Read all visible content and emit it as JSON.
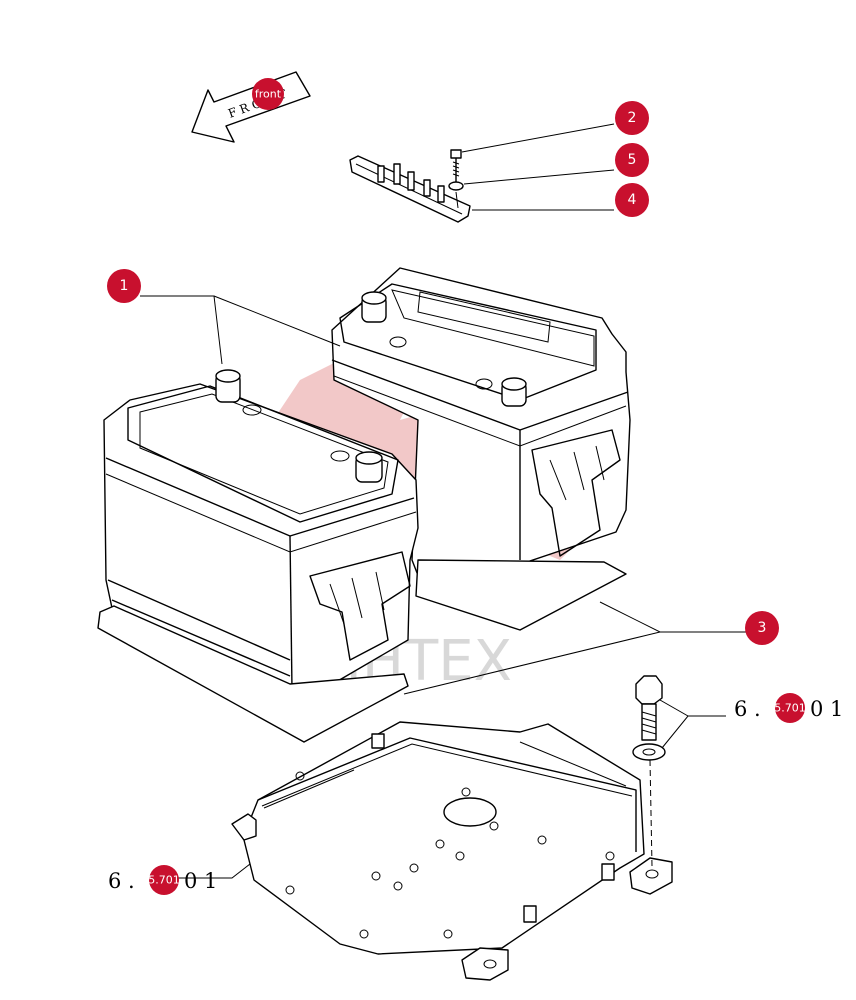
{
  "front_arrow": {
    "letters": "F R O N T",
    "badge": "front"
  },
  "callouts": [
    {
      "id": "callout-1",
      "label": "1"
    },
    {
      "id": "callout-2",
      "label": "2"
    },
    {
      "id": "callout-3",
      "label": "3"
    },
    {
      "id": "callout-4",
      "label": "4"
    },
    {
      "id": "callout-5",
      "label": "5"
    }
  ],
  "references": {
    "bolt_ref": {
      "prefix": "6 .",
      "badge": "5.701",
      "suffix": "0 1"
    },
    "plate_ref": {
      "prefix": "6 .",
      "badge": "5.701",
      "suffix": "0 1"
    }
  },
  "watermark": {
    "text": "ИНТЕХ"
  },
  "colors": {
    "badge": "#c8102e",
    "watermark": "#e79a9a"
  }
}
